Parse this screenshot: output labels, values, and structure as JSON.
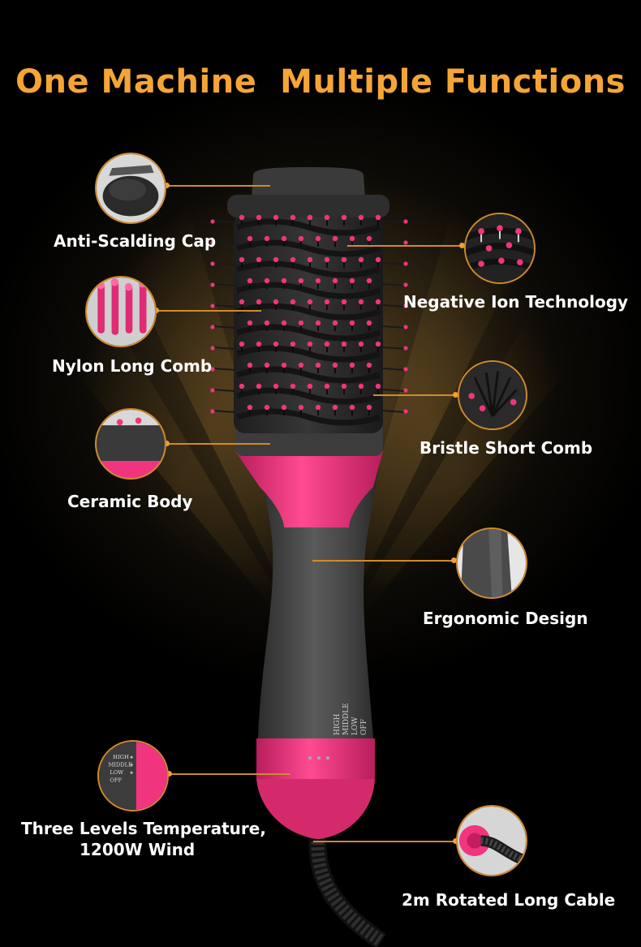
{
  "title": "One Machine  Multiple Functions",
  "features": [
    {
      "id": "anti-scalding-cap",
      "label": "Anti-Scalding Cap",
      "icon": "cap-closeup-icon"
    },
    {
      "id": "negative-ion",
      "label": "Negative Ion Technology",
      "icon": "ion-bristles-closeup-icon"
    },
    {
      "id": "nylon-long-comb",
      "label": "Nylon Long Comb",
      "icon": "nylon-pins-closeup-icon"
    },
    {
      "id": "bristle-short-comb",
      "label": "Bristle Short Comb",
      "icon": "bristle-tuft-closeup-icon"
    },
    {
      "id": "ceramic-body",
      "label": "Ceramic Body",
      "icon": "barrel-base-closeup-icon"
    },
    {
      "id": "ergonomic-design",
      "label": "Ergonomic Design",
      "icon": "handle-closeup-icon"
    },
    {
      "id": "three-levels",
      "label": "Three Levels Temperature,",
      "label2": "1200W Wind",
      "icon": "switch-closeup-icon"
    },
    {
      "id": "rotated-cable",
      "label": "2m Rotated Long Cable",
      "icon": "swivel-cable-closeup-icon"
    }
  ],
  "switch_labels": {
    "high": "HIGH",
    "middle": "MIDDLE",
    "low": "LOW",
    "off": "OFF"
  },
  "colors": {
    "accent": "#f5a536",
    "pink": "#f0357e",
    "body": "#4a4a4a",
    "leader": "#d08a2a"
  }
}
